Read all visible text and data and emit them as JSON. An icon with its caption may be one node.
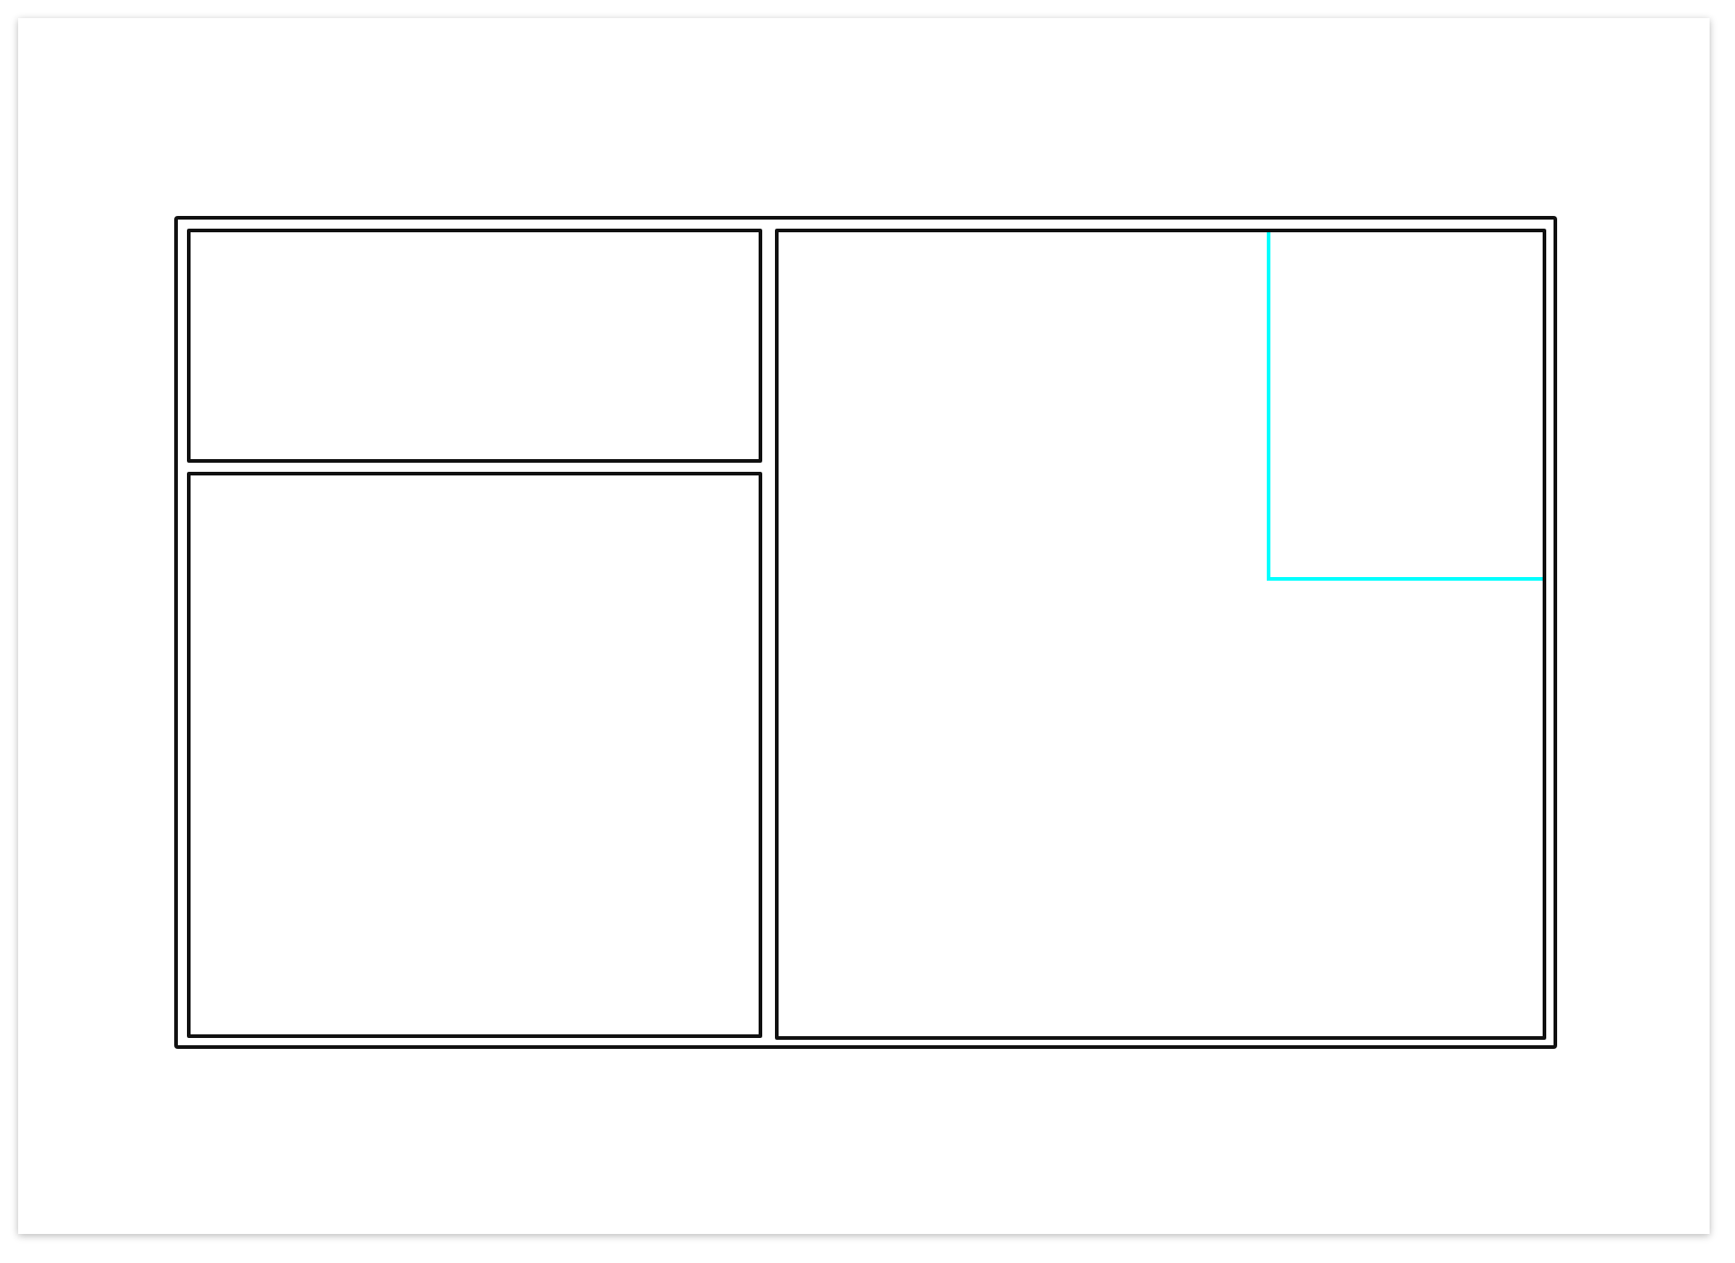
{
  "diagram": {
    "nodes": [
      {
        "text": [],
        "shape": "box"
      },
      {
        "text": [],
        "shape": "box",
        "in": 0
      },
      {
        "text": [],
        "shape": "box",
        "in": 0
      },
      {
        "text": [],
        "shape": "box",
        "in": 0
      },
      {
        "text": [],
        "shape": "box",
        "in": 3
      }
    ]
  }
}
